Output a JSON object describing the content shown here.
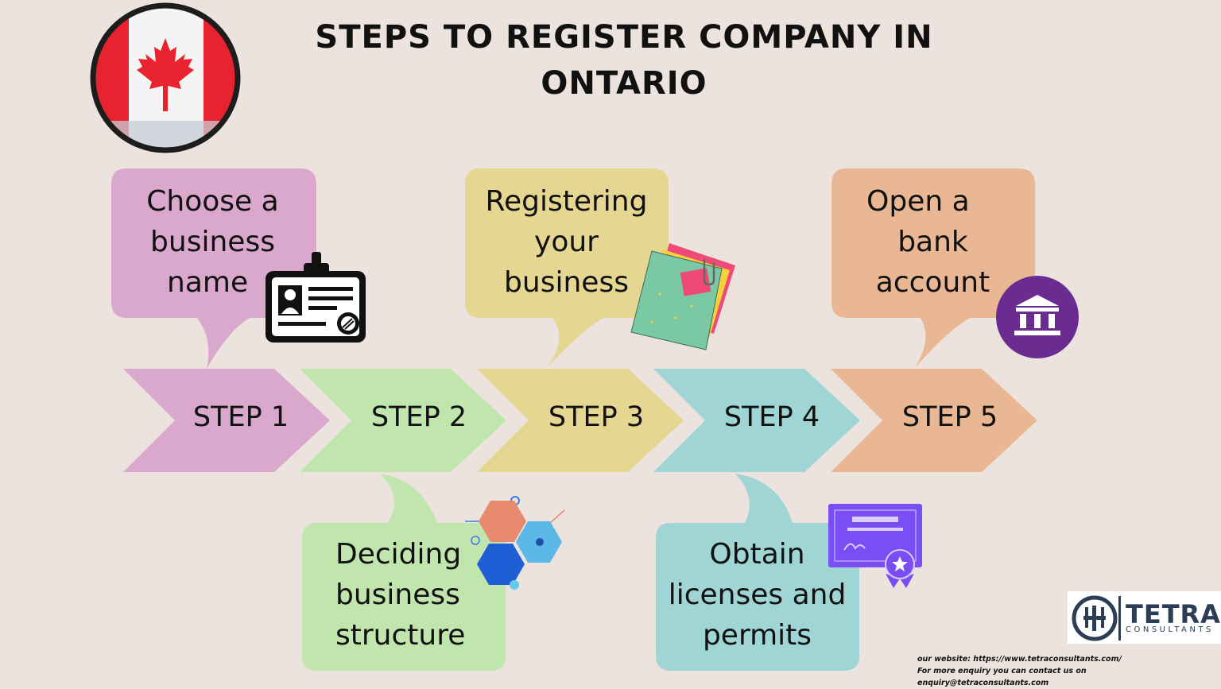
{
  "title_line1": "STEPS TO REGISTER COMPANY IN",
  "title_line2": "ONTARIO",
  "steps": [
    {
      "label": "STEP 1",
      "color": "#d9a8cc",
      "line1": "Choose a",
      "line2": "business",
      "line3": "name",
      "icon": "id-badge-icon"
    },
    {
      "label": "STEP 2",
      "color": "#c0e6ad",
      "line1": "Deciding",
      "line2": "business",
      "line3": "structure",
      "icon": "hexagon-structure-icon"
    },
    {
      "label": "STEP 3",
      "color": "#e5d792",
      "line1": "Registering",
      "line2": "your",
      "line3": "business",
      "icon": "documents-folder-icon"
    },
    {
      "label": "STEP 4",
      "color": "#9fd5d5",
      "line1": "Obtain",
      "line2": "licenses and",
      "line3": "permits",
      "icon": "certificate-icon"
    },
    {
      "label": "STEP 5",
      "color": "#e9b793",
      "line1": "Open a",
      "line2": "bank",
      "line3": "account",
      "icon": "bank-icon"
    }
  ],
  "logo": {
    "word": "TETRA",
    "sub": "CONSULTANTS"
  },
  "footer": {
    "website": "our website:  https://www.tetraconsultants.com/",
    "contact": "For more enquiry you can contact us on enquiry@tetraconsultants.com"
  },
  "colors": {
    "background": "#ede3de",
    "bank_circle": "#6a2c91",
    "certificate": "#7b4df5",
    "flag_red": "#e8222e"
  }
}
